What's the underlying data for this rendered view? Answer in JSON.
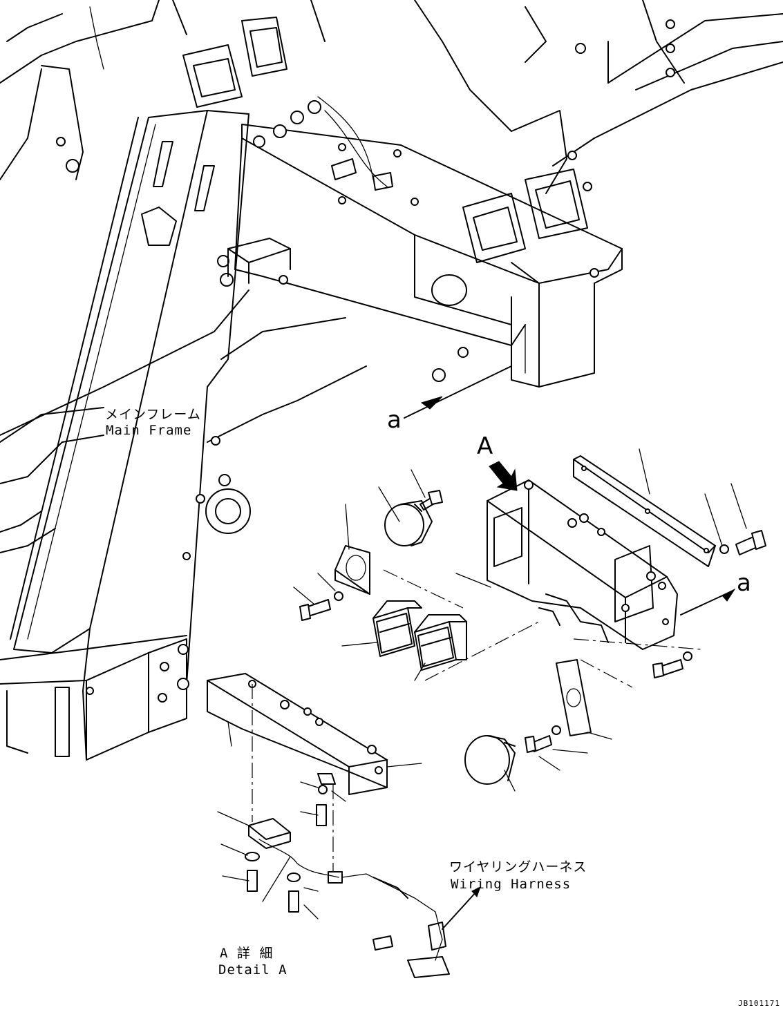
{
  "labels": {
    "main_frame_jp": "メインフレーム",
    "main_frame_en": "Main Frame",
    "wiring_harness_jp": "ワイヤリングハーネス",
    "wiring_harness_en": "Wiring Harness",
    "detail_a_jp": "A 詳 細",
    "detail_a_en": "Detail A",
    "view_a": "A",
    "ref_a_upper": "a",
    "ref_a_right": "a",
    "drawing_code": "JB101171"
  }
}
